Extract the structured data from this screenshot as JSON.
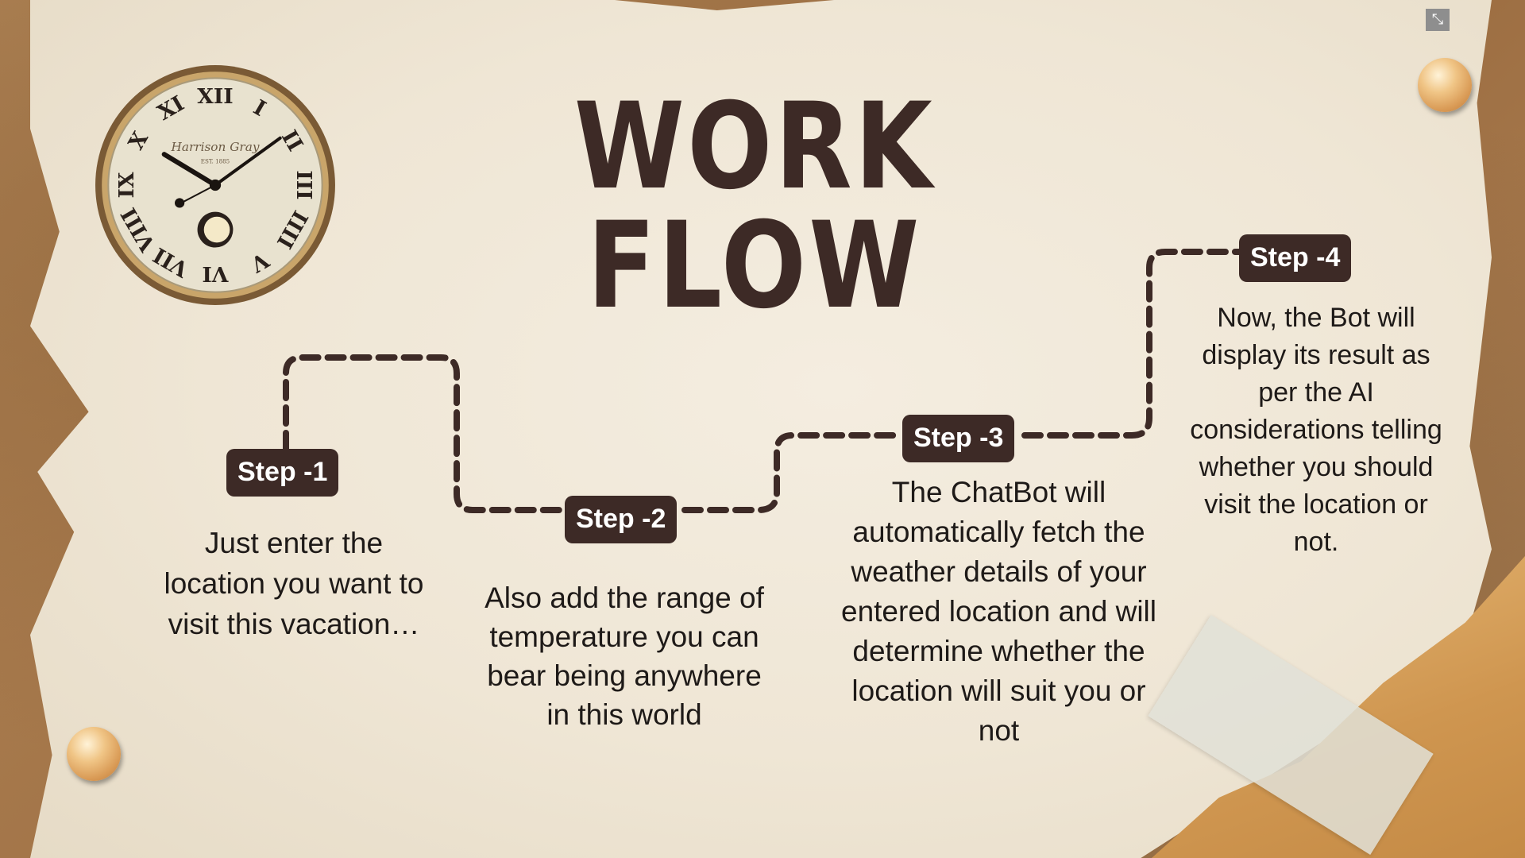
{
  "title": "WORK FLOW",
  "clock": {
    "brand": "Harrison Gray",
    "est": "EST. 1885"
  },
  "controls": {
    "fullscreen_icon": "⤡"
  },
  "steps": [
    {
      "label": "Step -1",
      "text": "Just enter the location you want to visit this vacation…"
    },
    {
      "label": "Step -2",
      "text": "Also add  the range of temperature you can bear being anywhere in this world"
    },
    {
      "label": "Step -3",
      "text": "The ChatBot will automatically fetch the weather details of your entered location and will determine whether the location will suit you or not"
    },
    {
      "label": "Step -4",
      "text": "Now, the Bot will display its result as per the AI considerations telling whether you should visit the location or  not."
    }
  ],
  "colors": {
    "dark_brown": "#3d2a26",
    "paper": "#efe6d5",
    "pin_gold": "#d99a55"
  }
}
